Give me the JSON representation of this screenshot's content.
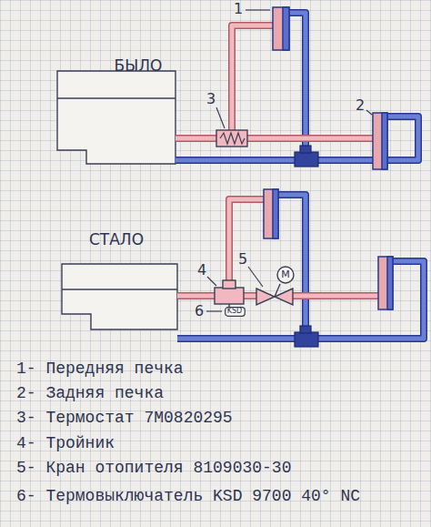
{
  "diagram": {
    "nodes": [
      {
        "text": [
          "M"
        ]
      },
      {
        "text": [
          "KSD"
        ]
      }
    ],
    "labels": [
      "1",
      "БЫЛО",
      "3",
      "2",
      "СТАЛО",
      "5",
      "4",
      "6",
      "1- Передняя печка",
      "2- Задняя печка",
      "3- Термостат 7M0820295",
      "4- Тройник",
      "5- Кран отопителя 8109030-30",
      "6- Термовыключатель KSD 9700 40° NC"
    ]
  }
}
